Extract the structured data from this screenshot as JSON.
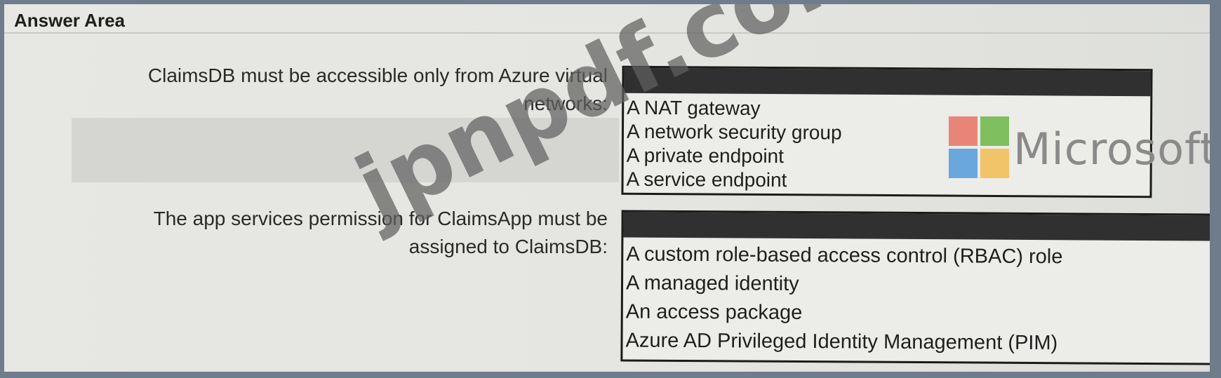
{
  "header": {
    "title": "Answer Area"
  },
  "questions": [
    {
      "label": "ClaimsDB must be accessible only from Azure virtual networks:",
      "options": [
        "A NAT gateway",
        "A network security group",
        "A private endpoint",
        "A service endpoint"
      ]
    },
    {
      "label": "The app services permission for ClaimsApp must be assigned to ClaimsDB:",
      "options": [
        "A custom role-based access control (RBAC) role",
        "A managed identity",
        "An access package",
        "Azure AD Privileged Identity Management (PIM)"
      ]
    }
  ],
  "logo": {
    "text": "Microsoft",
    "icon": "microsoft-logo-icon"
  },
  "watermark": {
    "text": "jpnpdf.com"
  },
  "colors": {
    "dropdown_header": "#303030",
    "ms_red": "#e98578",
    "ms_green": "#7fbf5f",
    "ms_blue": "#6aa7dc",
    "ms_yellow": "#f2c469"
  }
}
